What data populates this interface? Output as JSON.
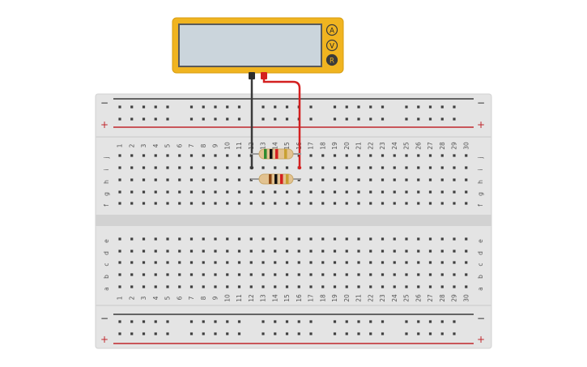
{
  "multimeter": {
    "display": "",
    "buttons": [
      {
        "key": "a",
        "label": "A"
      },
      {
        "key": "v",
        "label": "V"
      },
      {
        "key": "r",
        "label": "R"
      }
    ],
    "selected_mode": "R",
    "colors": {
      "body": "#f0b420",
      "screen": "#cbd5dc",
      "button": "#f0b420",
      "button_selected": "#3b3b3b"
    }
  },
  "breadboard": {
    "columns": [
      "1",
      "2",
      "3",
      "4",
      "5",
      "6",
      "7",
      "8",
      "9",
      "10",
      "11",
      "12",
      "13",
      "14",
      "15",
      "16",
      "17",
      "18",
      "19",
      "20",
      "21",
      "22",
      "23",
      "24",
      "25",
      "26",
      "27",
      "28",
      "29",
      "30"
    ],
    "rows_top": [
      "j",
      "i",
      "h",
      "g",
      "f"
    ],
    "rows_bottom": [
      "e",
      "d",
      "c",
      "b",
      "a"
    ],
    "rail_minus": "−",
    "rail_plus": "+",
    "colors": {
      "board": "#e4e4e4",
      "hole": "#3f3f3f",
      "rail_red": "#c0262c",
      "rail_dark": "#3a3a3a"
    }
  },
  "probes": {
    "black_color": "#3a3a3a",
    "red_color": "#d42020"
  },
  "resistors": [
    {
      "name": "resistor-1",
      "bands": [
        "#2e8b2e",
        "#111111",
        "#d42020",
        "#c8a032"
      ]
    },
    {
      "name": "resistor-2",
      "bands": [
        "#8b4513",
        "#111111",
        "#d42020",
        "#c8a032"
      ]
    }
  ]
}
